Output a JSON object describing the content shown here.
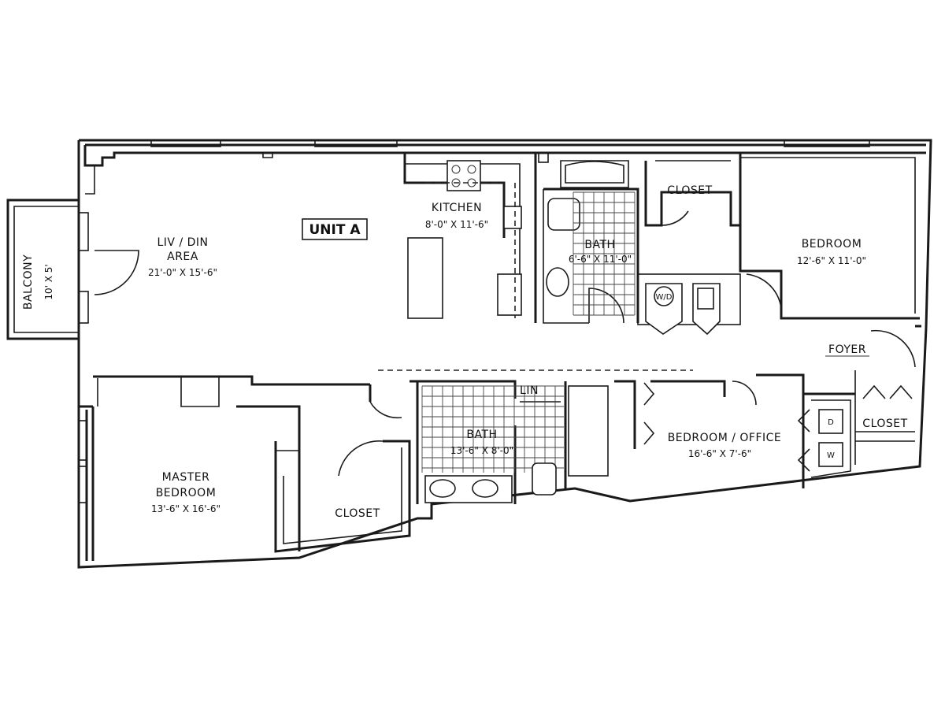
{
  "unit_label": "UNIT A",
  "rooms": {
    "living": {
      "name_line1": "LIV / DIN",
      "name_line2": "AREA",
      "dims": "21'-0\" X 15'-6\""
    },
    "kitchen": {
      "name": "KITCHEN",
      "dims": "8'-0\" X 11'-6\""
    },
    "bath1": {
      "name": "BATH",
      "dims": "6'-6\" X 11'-0\""
    },
    "closet1": {
      "name": "CLOSET"
    },
    "bedroom": {
      "name": "BEDROOM",
      "dims": "12'-6\" X 11'-0\""
    },
    "washer_dryer": {
      "w_label": "W/D"
    },
    "foyer": {
      "name": "FOYER"
    },
    "balcony": {
      "name": "BALCONY",
      "dims": "10' X 5'"
    },
    "master_bedroom": {
      "name_line1": "MASTER",
      "name_line2": "BEDROOM",
      "dims": "13'-6\" X 16'-6\""
    },
    "closet2": {
      "name": "CLOSET"
    },
    "bath2": {
      "name": "BATH",
      "dims": "13'-6\" X 8'-0\""
    },
    "linen": {
      "name": "LIN"
    },
    "bedroom_office": {
      "name": "BEDROOM / OFFICE",
      "dims": "16'-6\" X 7'-6\""
    },
    "closet3": {
      "name": "CLOSET"
    },
    "dryer_label": "D",
    "washer_label": "W"
  }
}
